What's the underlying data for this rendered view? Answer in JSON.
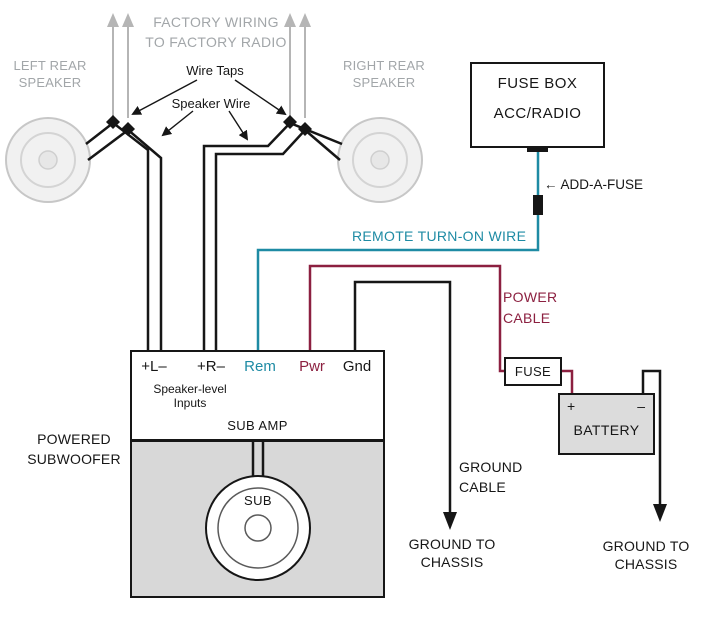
{
  "diagram": {
    "colors": {
      "teal": "#1e8ba4",
      "maroon": "#8c2040",
      "gray": "#a2a6a9"
    },
    "top": {
      "factory_wiring": "FACTORY WIRING\nTO FACTORY RADIO",
      "left_speaker": "LEFT REAR\nSPEAKER",
      "right_speaker": "RIGHT REAR\nSPEAKER",
      "wire_taps": "Wire Taps",
      "speaker_wire": "Speaker Wire"
    },
    "fuse_box": {
      "title": "FUSE BOX",
      "circuit": "ACC/RADIO"
    },
    "add_a_fuse": "← ADD-A-FUSE",
    "remote_wire": "REMOTE TURN-ON WIRE",
    "power_cable": "POWER\nCABLE",
    "amp": {
      "terminal_left": "+L–",
      "terminal_right": "+R–",
      "terminal_rem": "Rem",
      "terminal_pwr": "Pwr",
      "terminal_gnd": "Gnd",
      "inputs_label": "Speaker-level\nInputs",
      "name": "SUB AMP"
    },
    "subwoofer": {
      "label": "POWERED\nSUBWOOFER",
      "sub": "SUB"
    },
    "fuse": "FUSE",
    "battery": {
      "name": "BATTERY",
      "plus": "+",
      "minus": "–"
    },
    "ground": {
      "cable": "GROUND\nCABLE",
      "chassis_left": "GROUND TO\nCHASSIS",
      "chassis_right": "GROUND TO\nCHASSIS"
    }
  }
}
